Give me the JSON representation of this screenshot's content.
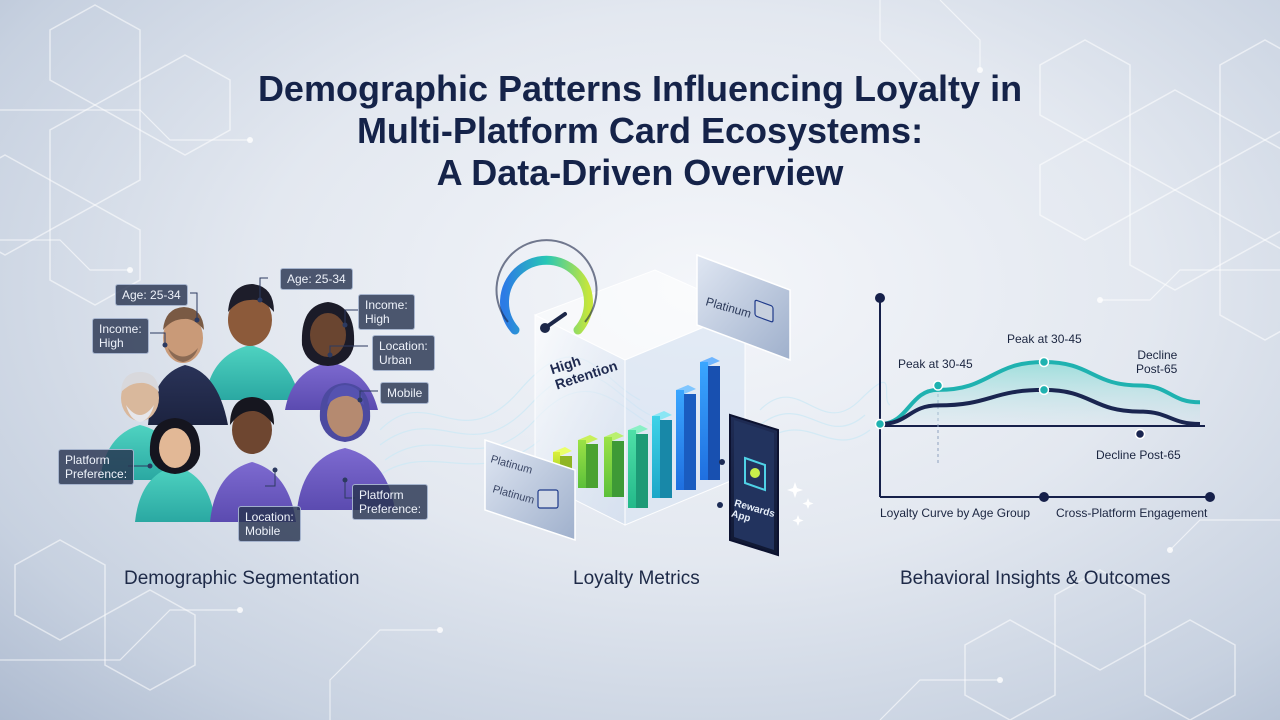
{
  "title_lines": [
    "Demographic Patterns Influencing Loyalty in",
    "Multi-Platform Card Ecosystems:",
    "A Data-Driven Overview"
  ],
  "captions": {
    "left": "Demographic Segmentation",
    "middle": "Loyalty Metrics",
    "right": "Behavioral Insights & Outcomes"
  },
  "segmentation_tags": [
    "Age: 25-34",
    "Age: 25-34",
    "Income:\nHigh",
    "Income:\nHigh",
    "Location:\nUrban",
    "Mobile",
    "Platform\nPreference:",
    "Location:\nMobile",
    "Platform\nPreference:"
  ],
  "metrics": {
    "cube_label": "High\nRetention",
    "card_label_top": "Platinum",
    "card_label_left_1": "Platinum",
    "card_label_left_2": "Platinum",
    "phone_label": "Rewards\nApp"
  },
  "chart_data": {
    "type": "line",
    "series": [
      {
        "values": [
          0.0,
          0.55,
          1.0,
          0.62,
          0.35
        ]
      },
      {
        "values": [
          0.0,
          0.3,
          0.55,
          0.2,
          0.0
        ]
      }
    ],
    "annotations": [
      "Peak at 30-45",
      "Peak at 30-45",
      "Decline\nPost-65",
      "Decline Post-65"
    ],
    "x_labels": [
      "Loyalty Curve by Age Group",
      "Cross-Platform Engagement"
    ]
  },
  "colors": {
    "title": "#152349",
    "teal": "#1fb2b0",
    "navy": "#1a2550",
    "bar_gradient_start": "#a8e03a",
    "bar_gradient_end": "#2a6ef0"
  }
}
